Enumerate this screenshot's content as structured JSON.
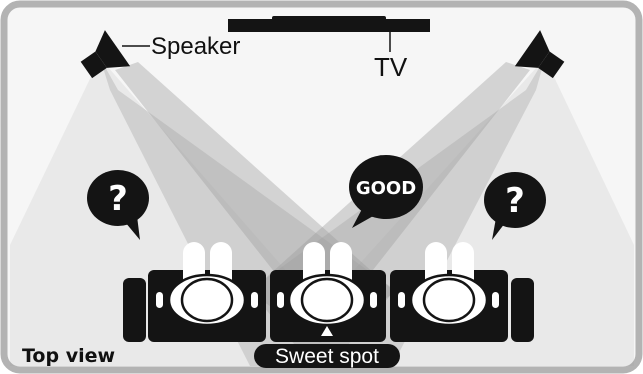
{
  "labels": {
    "speaker": "Speaker",
    "tv": "TV",
    "view": "Top view",
    "sweet_spot": "Sweet spot"
  },
  "bubbles": {
    "left": "?",
    "center": "GOOD",
    "right": "?"
  },
  "icons": [
    "left-speaker-icon",
    "right-speaker-icon",
    "tv-icon",
    "listener-icon",
    "sofa-icon",
    "speech-bubble-icon",
    "sweet-spot-marker-icon"
  ],
  "colors": {
    "frame_border": "#b3b3b3",
    "frame_fill": "#f6f6f6",
    "beam": "#9a9a9a",
    "dark": "#141414",
    "light": "#ffffff"
  }
}
